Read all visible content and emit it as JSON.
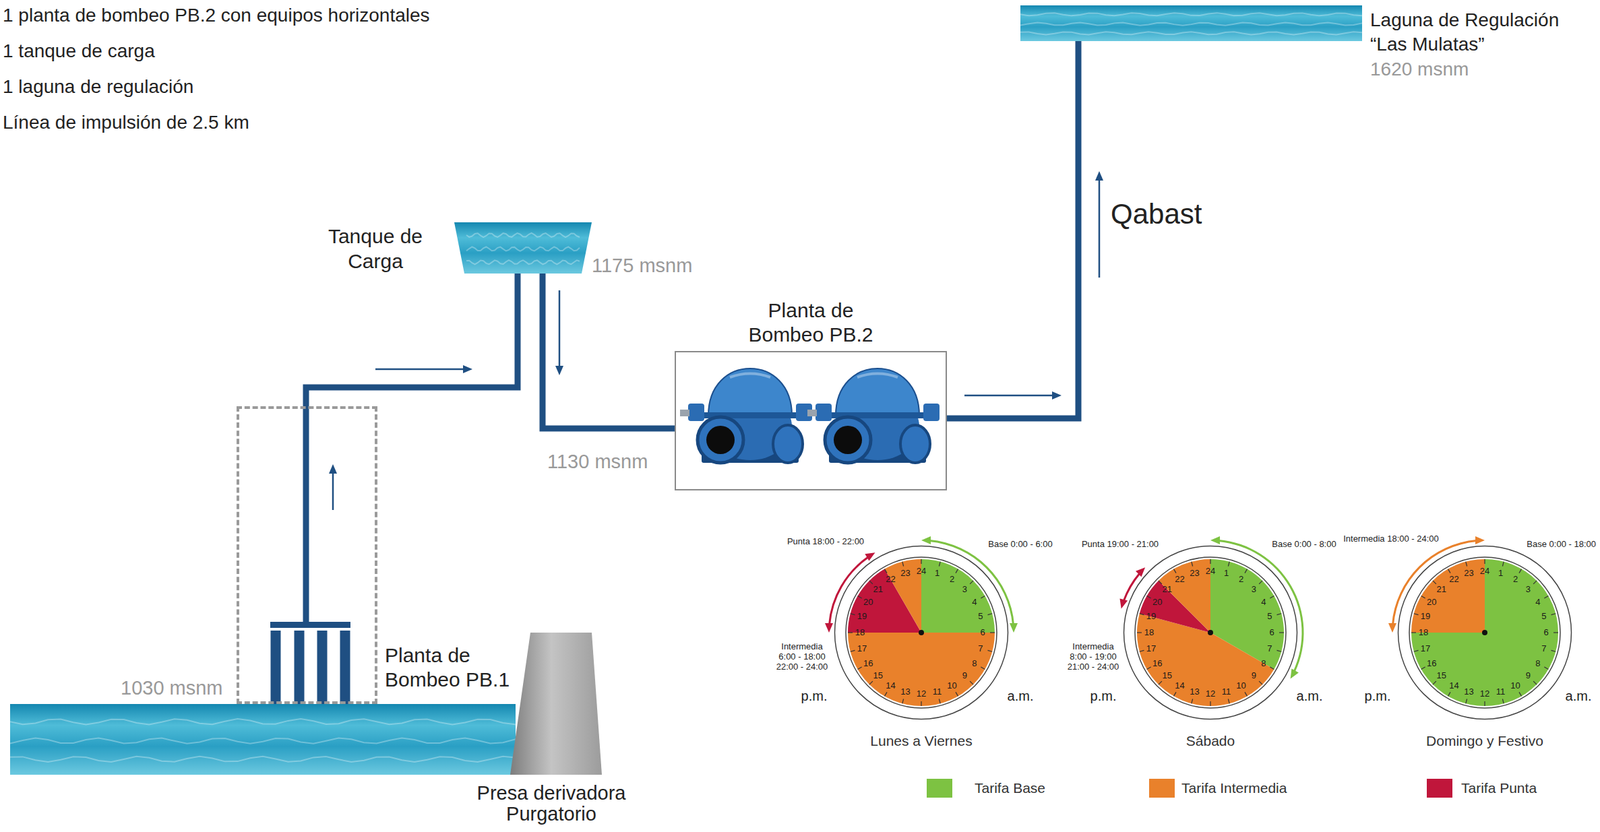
{
  "diagram": {
    "nodes": [
      {
        "text": [
          "Laguna de Regulación “Las Mulatas”",
          "1620 msnm"
        ]
      },
      {
        "text": [
          "Tanque de Carga",
          "1175 msnm"
        ]
      },
      {
        "text": [
          "Planta de Bombeo PB.2"
        ]
      },
      {
        "text": [
          "Planta de Bombeo PB.1"
        ]
      },
      {
        "text": [
          "Presa derivadora Purgatorio"
        ]
      },
      {
        "text": [
          "Lunes a Viernes"
        ]
      },
      {
        "text": [
          "Sábado"
        ]
      },
      {
        "text": [
          "Domingo y Festivo"
        ]
      }
    ],
    "edges": [
      {
        "from": 3,
        "to": 1,
        "arrow": "to"
      },
      {
        "from": 1,
        "to": 2,
        "arrow": "to"
      },
      {
        "from": 2,
        "to": 0,
        "arrow": "to",
        "label": "Qabast"
      }
    ],
    "labels": [
      "1 planta de bombeo PB.2 con equipos horizontales",
      "1 tanque de carga",
      "1 laguna de regulación",
      "Línea de impulsión de 2.5 km",
      "1130 msnm",
      "1030 msnm",
      "Punta 18:00 - 22:00",
      "Base 0:00 - 6:00",
      "Intermedia 6:00 - 18:00 22:00 - 24:00",
      "p.m.",
      "a.m.",
      "1",
      "2",
      "3",
      "4",
      "5",
      "6",
      "7",
      "8",
      "9",
      "10",
      "11",
      "12",
      "13",
      "14",
      "15",
      "16",
      "17",
      "18",
      "19",
      "20",
      "21",
      "22",
      "23",
      "24",
      "Punta 19:00 - 21:00",
      "Base 0:00 - 8:00",
      "Intermedia 8:00 - 19:00 21:00 - 24:00",
      "p.m.",
      "a.m.",
      "1",
      "2",
      "3",
      "4",
      "5",
      "6",
      "7",
      "8",
      "9",
      "10",
      "11",
      "12",
      "13",
      "14",
      "15",
      "16",
      "17",
      "18",
      "19",
      "20",
      "21",
      "22",
      "23",
      "24",
      "Intermedia 18:00 - 24:00",
      "Base 0:00 - 18:00",
      "p.m.",
      "a.m.",
      "1",
      "2",
      "3",
      "4",
      "5",
      "6",
      "7",
      "8",
      "9",
      "10",
      "11",
      "12",
      "13",
      "14",
      "15",
      "16",
      "17",
      "18",
      "19",
      "20",
      "21",
      "22",
      "23",
      "24"
    ],
    "legend": [
      {
        "text": "Tarifa Base",
        "color": "#7dc242"
      },
      {
        "text": "Tarifa Intermedia",
        "color": "#e9812b"
      },
      {
        "text": "Tarifa Punta",
        "color": "#c0163b"
      }
    ]
  }
}
